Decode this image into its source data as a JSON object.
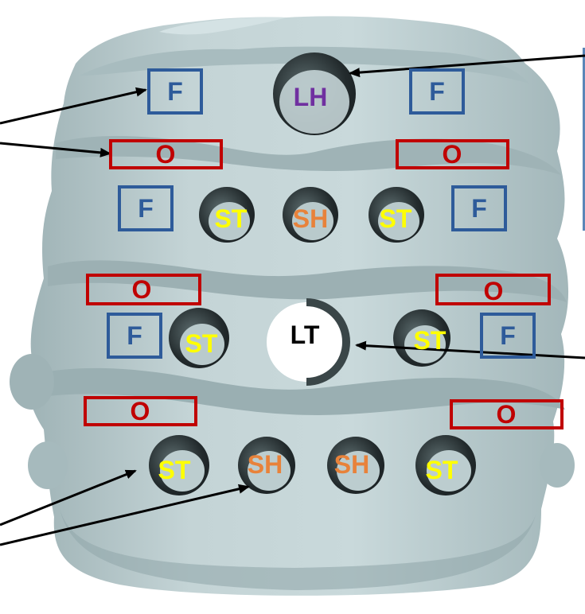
{
  "labels": {
    "f": "F",
    "o": "O",
    "st": "ST",
    "sh": "SH",
    "lh": "LH",
    "lt": "LT"
  },
  "colors": {
    "body": "#b7c9cb",
    "body_shadow": "#8fa3a6",
    "hole_dark": "#2a3436",
    "f_box": "#2e5b9a",
    "o_box": "#c00000",
    "st_text": "#ffff00",
    "sh_text": "#e8823a",
    "lh_text": "#7030a0",
    "lt_text": "#000000",
    "arrow": "#000000",
    "side_panel": "#3b6aa8"
  },
  "icons": {
    "arrow": "arrow-pointer",
    "scaffold": "porous-cylinder-scaffold"
  }
}
